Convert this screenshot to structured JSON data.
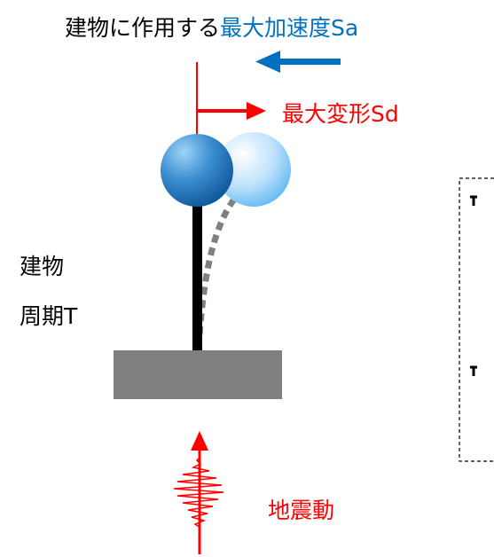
{
  "title": {
    "prefix": "建物に作用する",
    "highlight": "最大加速度Sa"
  },
  "labels": {
    "max_displacement": "最大変形Sd",
    "building": "建物",
    "period": "周期T",
    "ground_motion": "地震動"
  },
  "colors": {
    "accent_blue": "#0070c0",
    "accent_red": "#ff0000",
    "base_gray": "#7f7f7f",
    "deflection_gray": "#808080"
  }
}
